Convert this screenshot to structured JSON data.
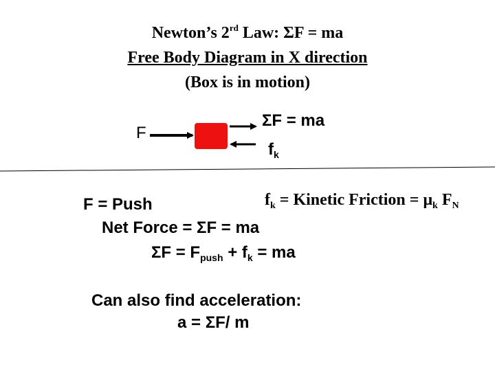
{
  "title": {
    "line1_prefix": "Newton’s 2",
    "line1_sup": "rd",
    "line1_suffix": " Law: ΣF = ma",
    "line2": "Free Body Diagram in X direction",
    "line3": "(Box is in motion)"
  },
  "diagram": {
    "applied_force_label": "F",
    "net_force_label": "ΣF = ma",
    "friction_label_main": "f",
    "friction_label_sub": "k",
    "colors": {
      "box": "#ee1111",
      "arrows": "#000000",
      "ground": "#000000"
    }
  },
  "equations": {
    "friction": {
      "f": "f",
      "k1": "k",
      "text1": " = Kinetic Friction = ",
      "mu": "μ",
      "k2": "k",
      "F": " F",
      "N": "N"
    },
    "push": "F = Push",
    "net": "Net Force =  ΣF = ma",
    "sum": {
      "a": "ΣF = F",
      "push_sub": "push",
      "b": " + f",
      "k_sub": "k",
      "c": " =  ma"
    }
  },
  "acceleration": {
    "line1": "Can also find acceleration:",
    "line2": "a = ΣF/ m"
  }
}
